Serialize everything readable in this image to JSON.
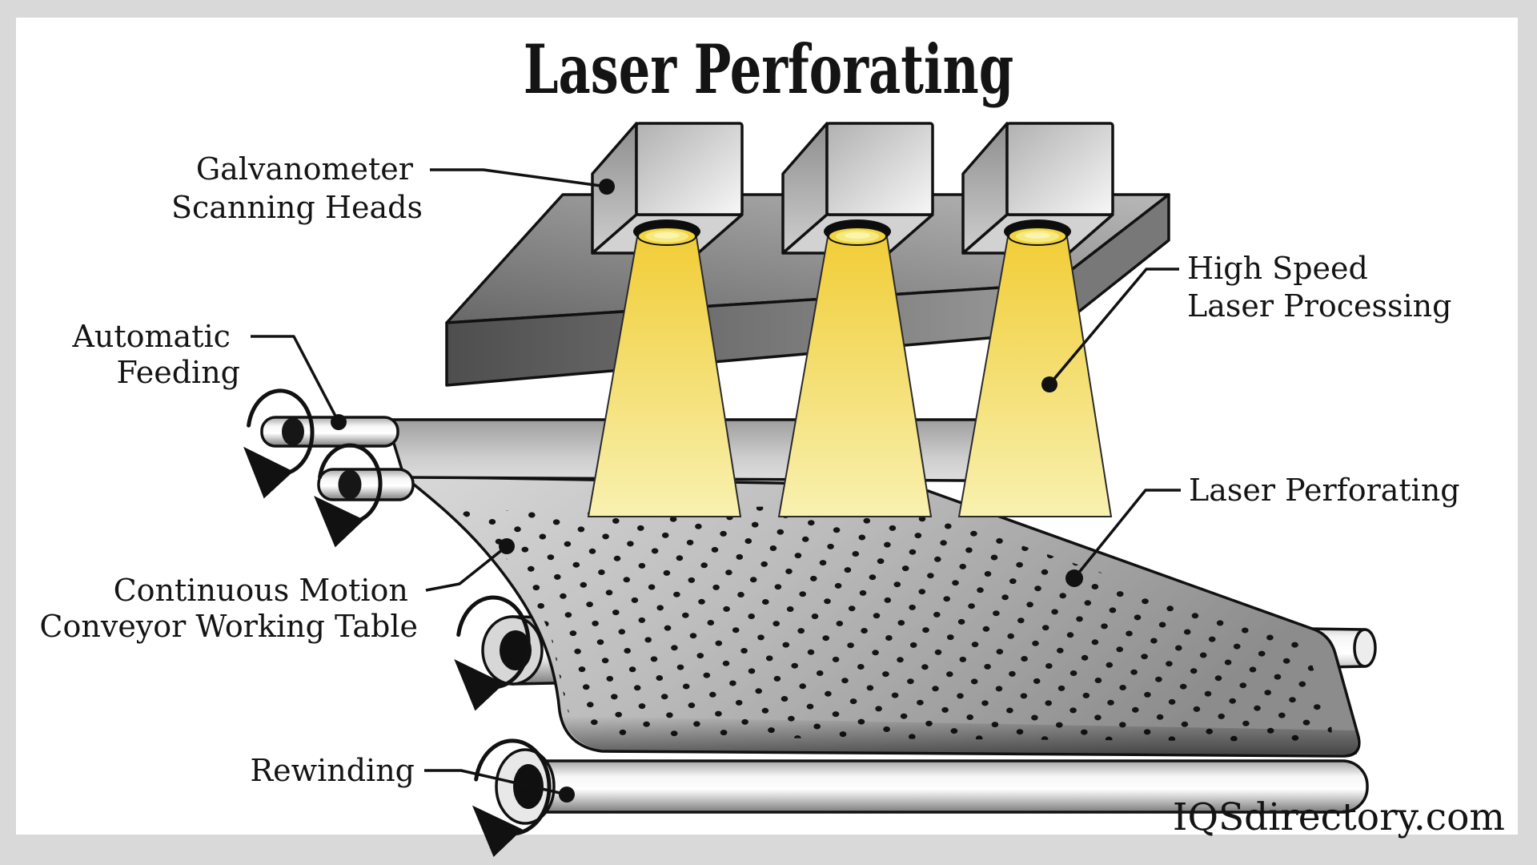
{
  "title": "Laser Perforating",
  "watermark": "IQSdirectory.com",
  "labels": {
    "galvanometer": {
      "line1": "Galvanometer",
      "line2": "Scanning Heads"
    },
    "automatic_feeding": {
      "line1": "Automatic",
      "line2": "Feeding"
    },
    "high_speed": {
      "line1": "High Speed",
      "line2": "Laser Processing"
    },
    "laser_perforating": {
      "line1": "Laser Perforating"
    },
    "continuous_motion": {
      "line1": "Continuous Motion",
      "line2": "Conveyor Working Table"
    },
    "rewinding": {
      "line1": "Rewinding"
    }
  },
  "colors": {
    "page_border": "#d9d9d9",
    "canvas": "#ffffff",
    "ink": "#111111",
    "beam_top": "#f1cd37",
    "beam_bottom": "#f8f1b0",
    "metal_dark": "#4e4e4e",
    "metal_light": "#f6f6f6",
    "sheet_dark": "#8c8c8c",
    "sheet_light": "#d6d6d6"
  }
}
